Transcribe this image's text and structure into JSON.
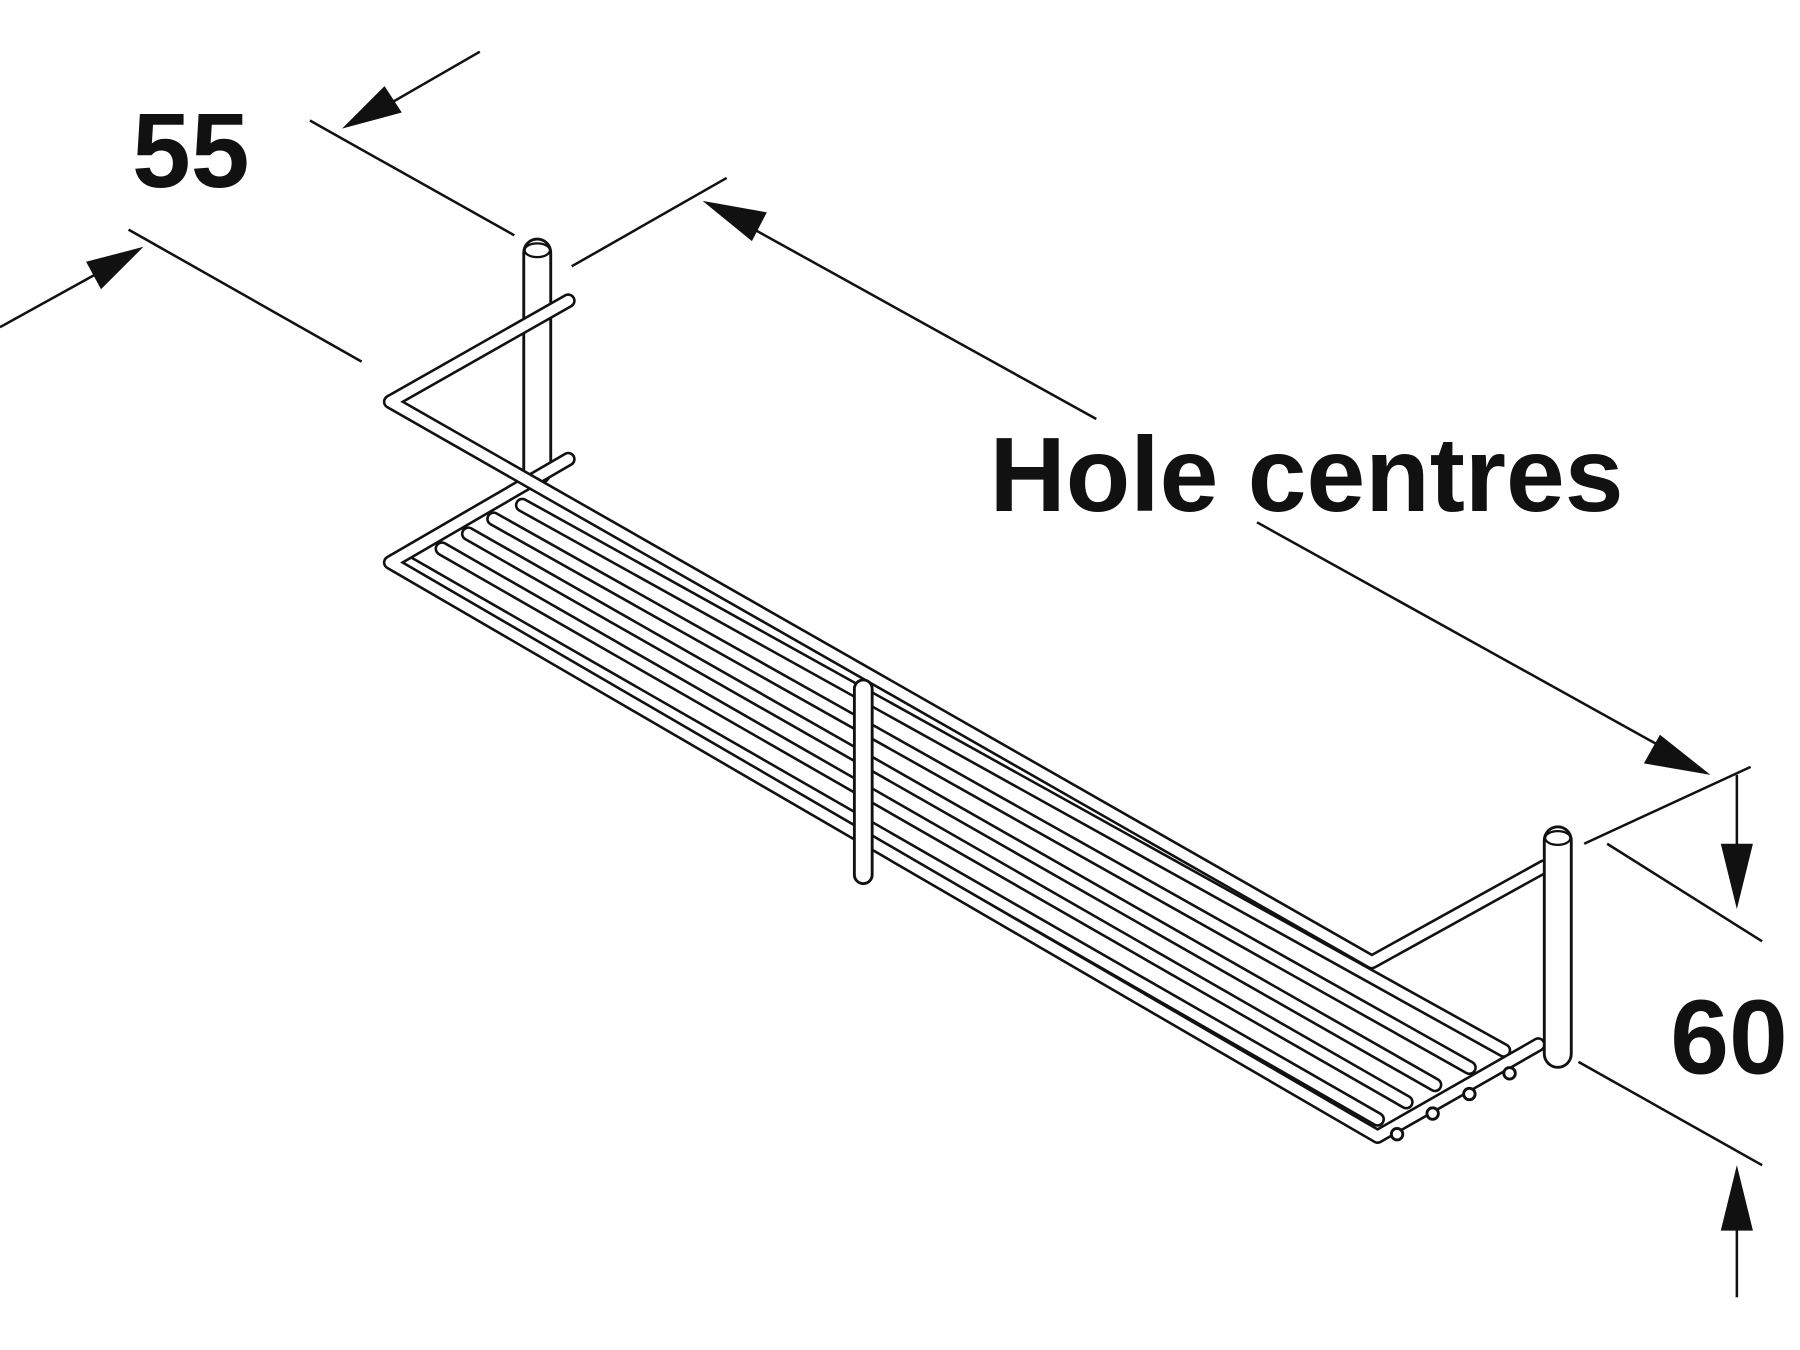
{
  "diagram": {
    "title": "Wire basket shelf dimension drawing",
    "labels": {
      "depth": "55",
      "length": "Hole centres",
      "height": "60"
    },
    "colors": {
      "line": "#111111",
      "background": "#ffffff"
    }
  }
}
